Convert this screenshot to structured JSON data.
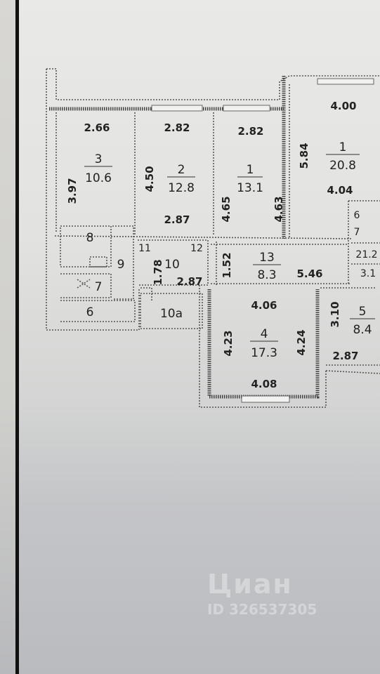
{
  "rooms": [
    {
      "number": "3",
      "area": "10.6"
    },
    {
      "number": "2",
      "area": "12.8"
    },
    {
      "number": "1",
      "area": "13.1"
    },
    {
      "number": "1",
      "area": "20.8"
    },
    {
      "number": "13",
      "area": "8.3"
    },
    {
      "number": "4",
      "area": "17.3"
    },
    {
      "number": "5",
      "area": "8.4"
    }
  ],
  "room_numbers": [
    "8",
    "9",
    "7",
    "6",
    "11",
    "12",
    "10",
    "10a",
    "6",
    "7",
    "21.2",
    "3.1"
  ],
  "dimensions": [
    "2.66",
    "2.82",
    "2.82",
    "4.00",
    "3.97",
    "4.50",
    "4.65",
    "4.63",
    "5.84",
    "4.04",
    "2.87",
    "1.78",
    "2.87",
    "1.52",
    "5.46",
    "4.06",
    "4.23",
    "4.24",
    "3.10",
    "2.87",
    "4.08"
  ],
  "watermark": {
    "brand": "Циан",
    "id": "ID 326537305"
  }
}
